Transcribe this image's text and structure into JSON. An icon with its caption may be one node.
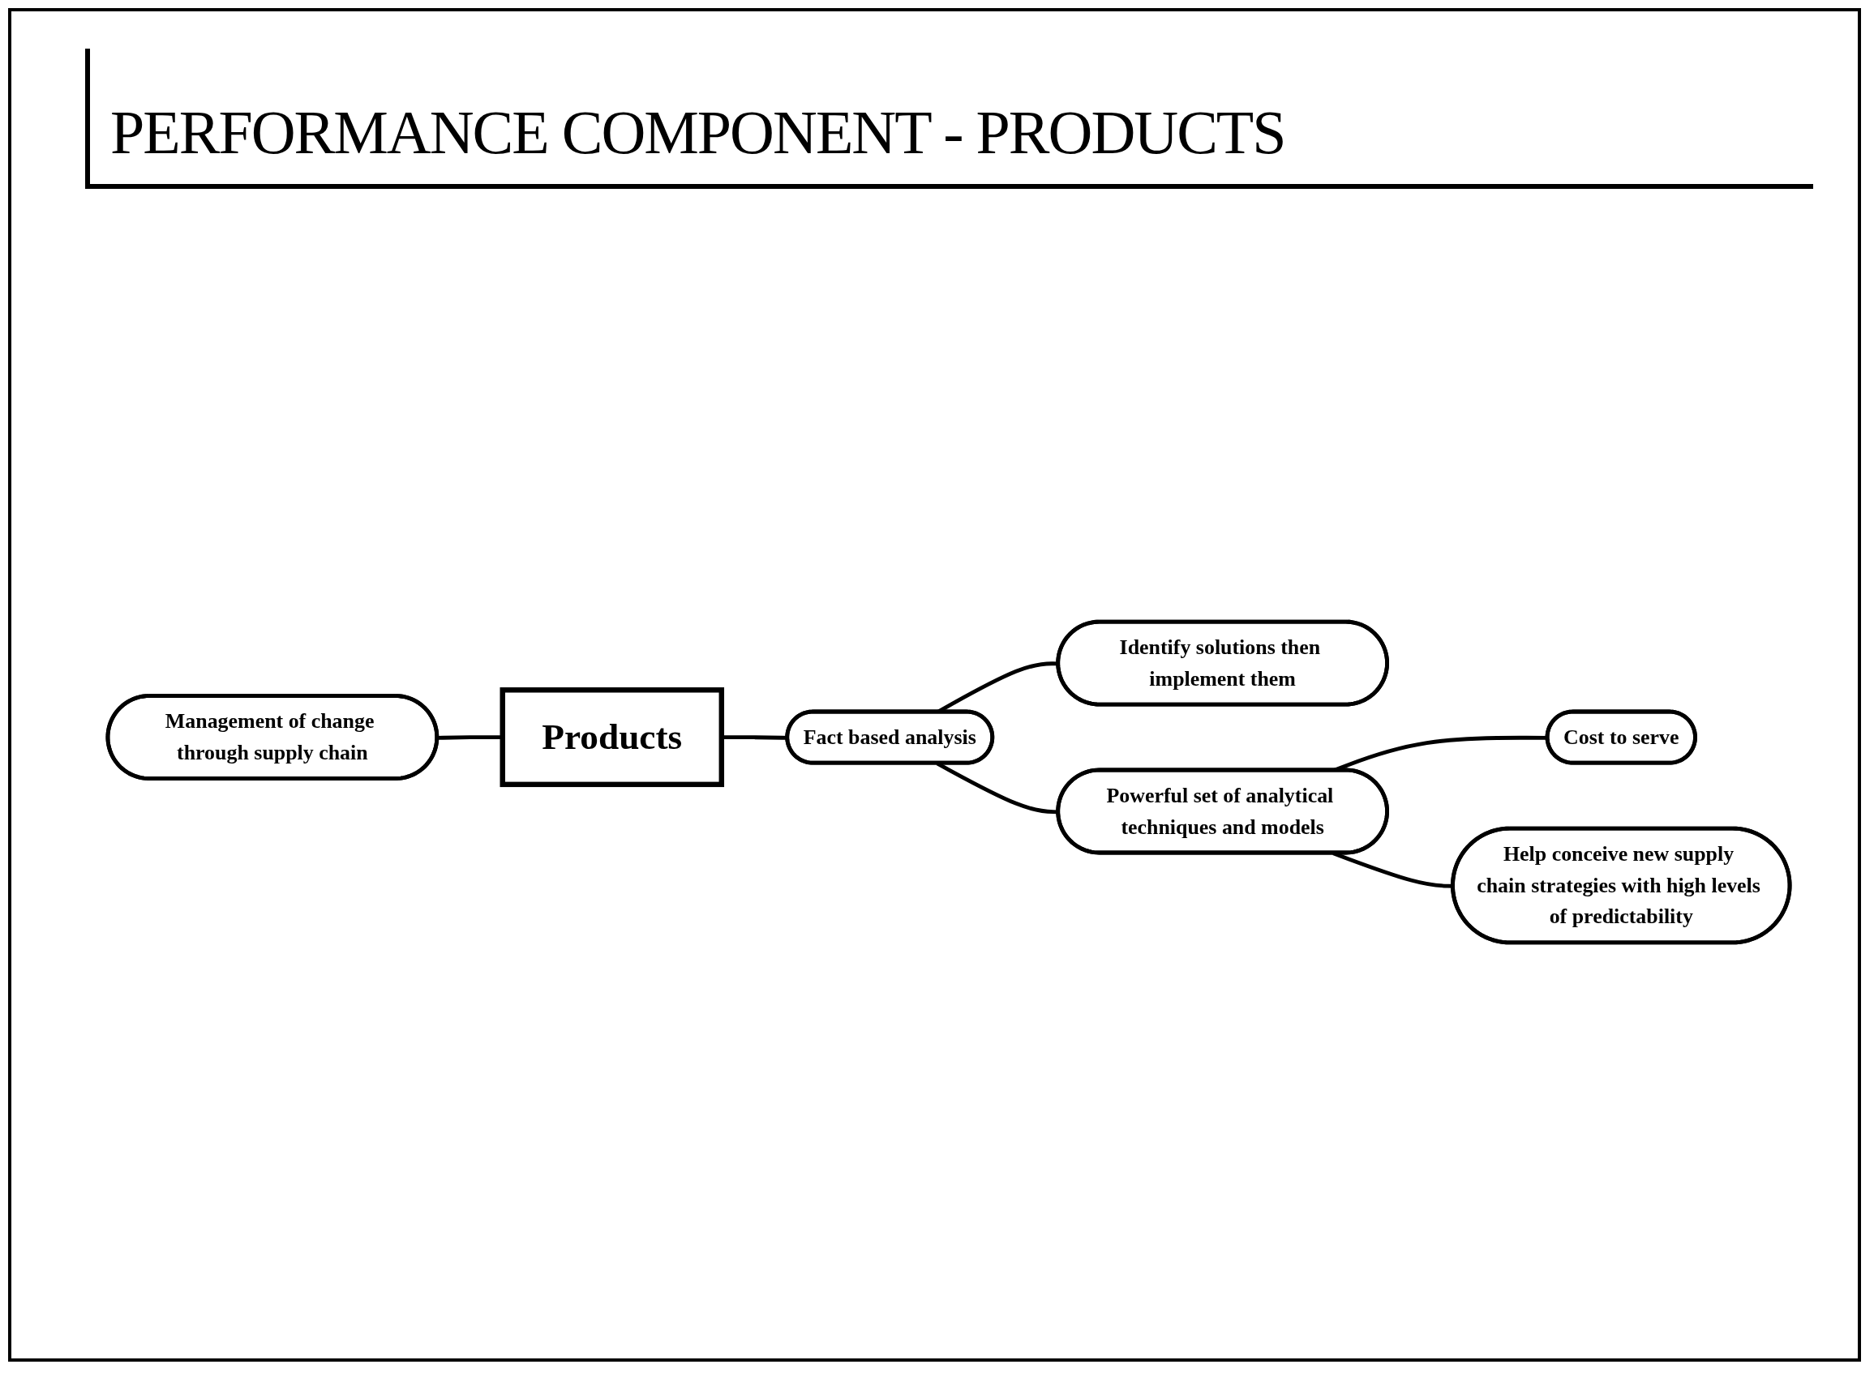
{
  "diagram": {
    "title": "PERFORMANCE COMPONENT - PRODUCTS",
    "nodes": [
      {
        "text": [
          "Identify solutions then implement them"
        ]
      },
      {
        "text": [
          "Fact based analysis"
        ]
      },
      {
        "text": [
          "Management of change through supply chain"
        ]
      },
      {
        "text": [
          "Products"
        ]
      },
      {
        "text": [
          "Powerful set of analytical techniques and models"
        ]
      },
      {
        "text": [
          "Cost to serve"
        ]
      },
      {
        "text": [
          "Help conceive new supply chain strategies with high levels of predictability"
        ]
      }
    ],
    "edges": [
      {
        "from": 2,
        "to": 3,
        "arrow": "none"
      },
      {
        "from": 3,
        "to": 1,
        "arrow": "none"
      },
      {
        "from": 1,
        "to": 0,
        "arrow": "none"
      },
      {
        "from": 1,
        "to": 4,
        "arrow": "none"
      },
      {
        "from": 4,
        "to": 5,
        "arrow": "none"
      },
      {
        "from": 4,
        "to": 6,
        "arrow": "none"
      }
    ]
  }
}
